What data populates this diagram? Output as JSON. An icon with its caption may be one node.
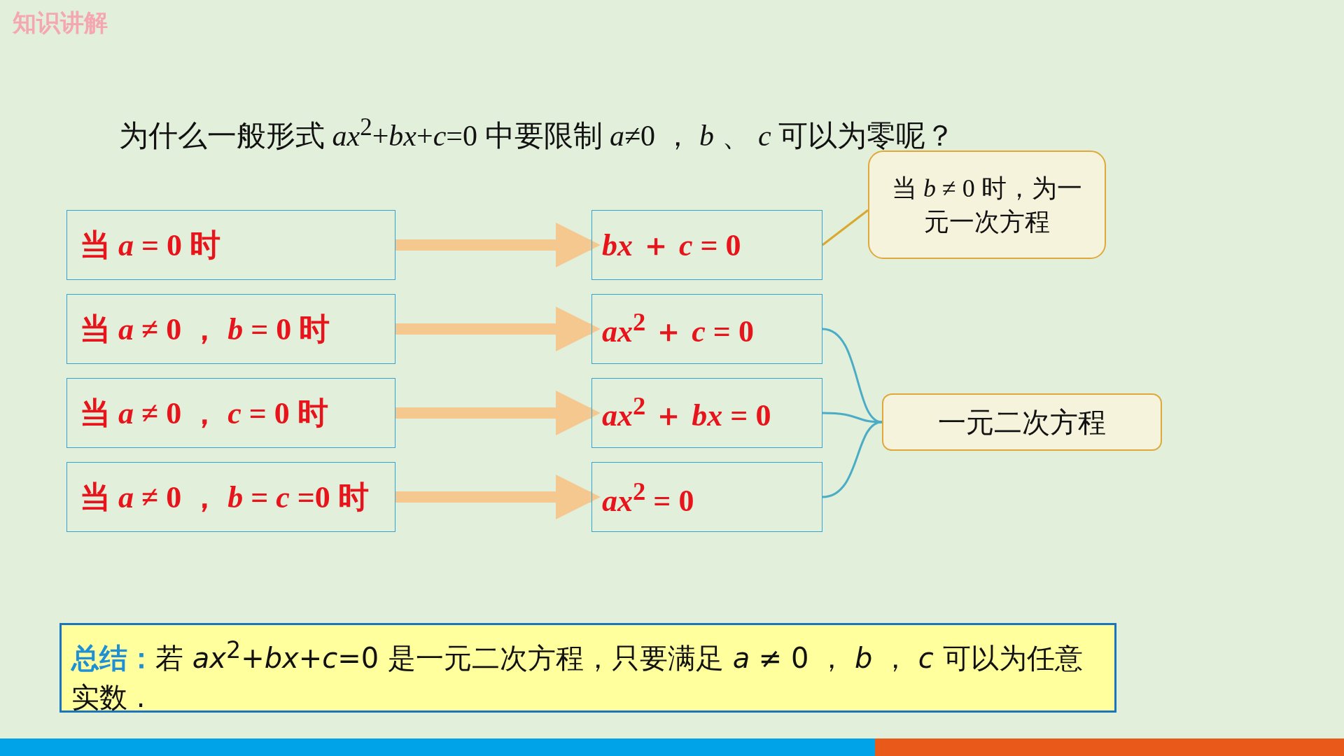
{
  "diagram": {
    "title": "为什么一般形式 *ax*$^{2}$+*bx*+*c*=0 中要限制 *a*≠0 ， *b* 、 *c* 可以为零呢？",
    "nodes": [
      {
        "text": [
          "当 *a* = 0 时"
        ]
      },
      {
        "text": [
          "当 *a* ≠ 0 ， *b* = 0 时"
        ]
      },
      {
        "text": [
          "当 *a* ≠ 0 ， *c* = 0 时"
        ]
      },
      {
        "text": [
          "当 *a* ≠ 0 ， *b* = *c* =0 时"
        ]
      },
      {
        "text": [
          "*bx* ＋ *c* = 0"
        ]
      },
      {
        "text": [
          "*ax*$^{2}$ ＋ *c* = 0"
        ]
      },
      {
        "text": [
          "*ax*$^{2}$ ＋ *bx* = 0"
        ]
      },
      {
        "text": [
          "*ax*$^{2}$ = 0"
        ]
      },
      {
        "text": [
          "当 *b* ≠ 0 时，为一元一次方程"
        ]
      },
      {
        "text": [
          "一元二次方程"
        ]
      },
      {
        "text": [
          "总结：",
          "若 *ax*$^{2}$+*bx*+*c*=0 是一元二次方程，只要满足 *a* ≠ 0 ， *b* ， *c* 可以为任意实数 ."
        ]
      }
    ],
    "edges": [
      {
        "from": 0,
        "to": 4,
        "arrow": "to",
        "style": "thick"
      },
      {
        "from": 1,
        "to": 5,
        "arrow": "to",
        "style": "thick"
      },
      {
        "from": 2,
        "to": 6,
        "arrow": "to",
        "style": "thick"
      },
      {
        "from": 3,
        "to": 7,
        "arrow": "to",
        "style": "thick"
      },
      {
        "from": 8,
        "to": 4,
        "arrow": "none",
        "color": "#d9a830"
      },
      {
        "from": 5,
        "to": 9,
        "arrow": "none",
        "color": "#4bacc6"
      },
      {
        "from": 6,
        "to": 9,
        "arrow": "none",
        "color": "#4bacc6"
      },
      {
        "from": 7,
        "to": 9,
        "arrow": "none",
        "color": "#4bacc6"
      }
    ],
    "labels": [
      "知识讲解"
    ]
  }
}
